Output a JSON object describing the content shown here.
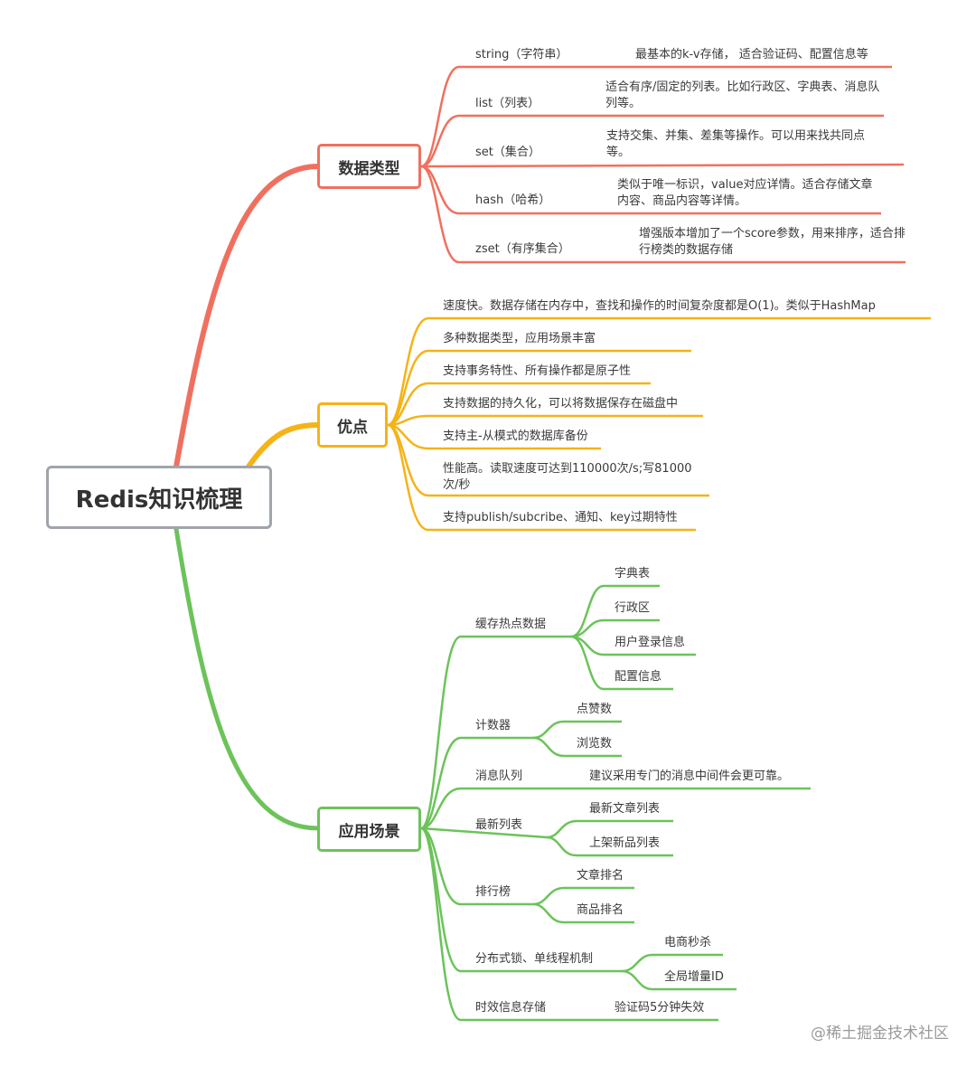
{
  "root": "Redis知识梳理",
  "colors": {
    "types": "#f0705f",
    "pros": "#f5b318",
    "uses": "#6cc35a",
    "root_border": "#a0a4ab"
  },
  "types": {
    "title": "数据类型",
    "items": [
      {
        "name": "string（字符串）",
        "desc": "最基本的k-v存储， 适合验证码、配置信息等"
      },
      {
        "name": "list（列表）",
        "desc": "适合有序/固定的列表。比如行政区、字典表、消息队列等。"
      },
      {
        "name": "set（集合）",
        "desc": "支持交集、并集、差集等操作。可以用来找共同点等。"
      },
      {
        "name": "hash（哈希）",
        "desc": "类似于唯一标识，value对应详情。适合存储文章内容、商品内容等详情。"
      },
      {
        "name": "zset（有序集合）",
        "desc": "增强版本增加了一个score参数，用来排序，适合排行榜类的数据存储"
      }
    ]
  },
  "pros": {
    "title": "优点",
    "items": [
      "速度快。数据存储在内存中，查找和操作的时间复杂度都是O(1)。类似于HashMap",
      "多种数据类型，应用场景丰富",
      "支持事务特性、所有操作都是原子性",
      "支持数据的持久化，可以将数据保存在磁盘中",
      "支持主-从模式的数据库备份",
      "性能高。读取速度可达到110000次/s;写81000次/秒",
      "支持publish/subcribe、通知、key过期特性"
    ]
  },
  "uses": {
    "title": "应用场景",
    "items": [
      {
        "name": "缓存热点数据",
        "children": [
          "字典表",
          "行政区",
          "用户登录信息",
          "配置信息"
        ]
      },
      {
        "name": "计数器",
        "children": [
          "点赞数",
          "浏览数"
        ]
      },
      {
        "name": "消息队列",
        "children": [
          "建议采用专门的消息中间件会更可靠。"
        ]
      },
      {
        "name": "最新列表",
        "children": [
          "最新文章列表",
          "上架新品列表"
        ]
      },
      {
        "name": "排行榜",
        "children": [
          "文章排名",
          "商品排名"
        ]
      },
      {
        "name": "分布式锁、单线程机制",
        "children": [
          "电商秒杀",
          "全局增量ID"
        ]
      },
      {
        "name": "时效信息存储",
        "children": [
          "验证码5分钟失效"
        ]
      }
    ]
  },
  "watermark": "@稀土掘金技术社区"
}
